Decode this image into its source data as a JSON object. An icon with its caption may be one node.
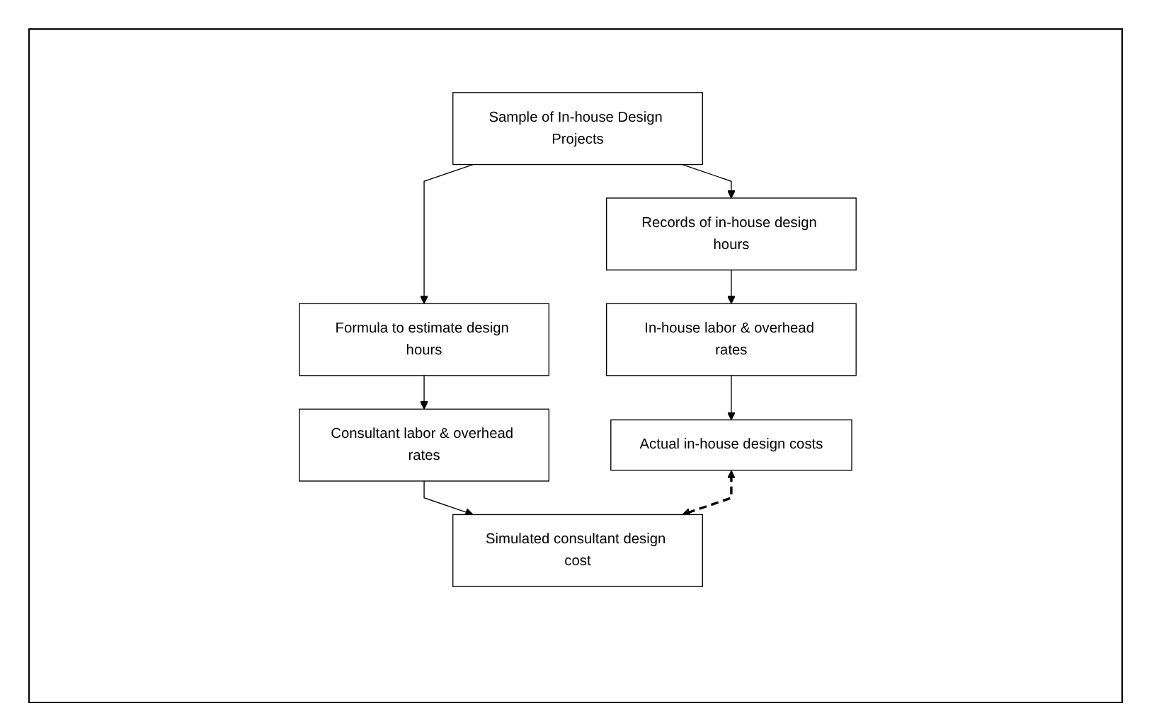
{
  "diagram": {
    "nodes": [
      {
        "text": [
          "Sample of In-house Design Projects"
        ]
      },
      {
        "text": [
          "Records of in-house design hours"
        ]
      },
      {
        "text": [
          "Formula to estimate design hours"
        ]
      },
      {
        "text": [
          "In-house labor & overhead rates"
        ]
      },
      {
        "text": [
          "Consultant labor & overhead rates"
        ]
      },
      {
        "text": [
          "Actual in-house design costs"
        ]
      },
      {
        "text": [
          "Simulated consultant design cost"
        ]
      }
    ],
    "edges": [
      {
        "from": 0,
        "to": 1,
        "arrow": "to"
      },
      {
        "from": 0,
        "to": 2,
        "arrow": "to"
      },
      {
        "from": 1,
        "to": 3,
        "arrow": "to"
      },
      {
        "from": 2,
        "to": 4,
        "arrow": "to"
      },
      {
        "from": 3,
        "to": 5,
        "arrow": "to"
      },
      {
        "from": 4,
        "to": 6,
        "arrow": "to"
      },
      {
        "from": 5,
        "to": 6,
        "arrow": "both",
        "style": "dashed"
      }
    ]
  }
}
